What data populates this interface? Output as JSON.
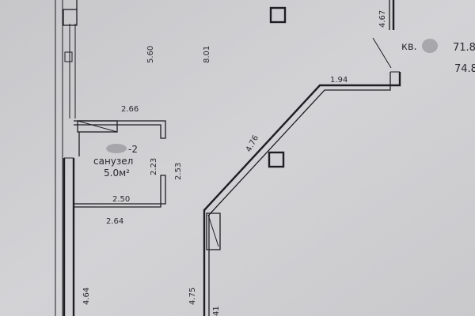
{
  "rooms": {
    "bathroom_label_suffix": "-2",
    "bathroom_name": "санузел",
    "bathroom_area": "5.0м²",
    "apartment_label": "кв.",
    "apartment_area_1": "71.8",
    "apartment_area_2": "74.8"
  },
  "dimensions": {
    "d_467": "4.67",
    "d_560": "5.60",
    "d_801": "8.01",
    "d_194": "1.94",
    "d_266": "2.66",
    "d_253": "2.53",
    "d_223": "2.23",
    "d_250": "2.50",
    "d_264": "2.64",
    "d_476": "4.76",
    "d_464": "4.64",
    "d_475": "4.75",
    "d_41": "41"
  },
  "colors": {
    "paper": "#cfcfd2",
    "ink": "#1e1e22",
    "blur": "#8a8a90"
  }
}
